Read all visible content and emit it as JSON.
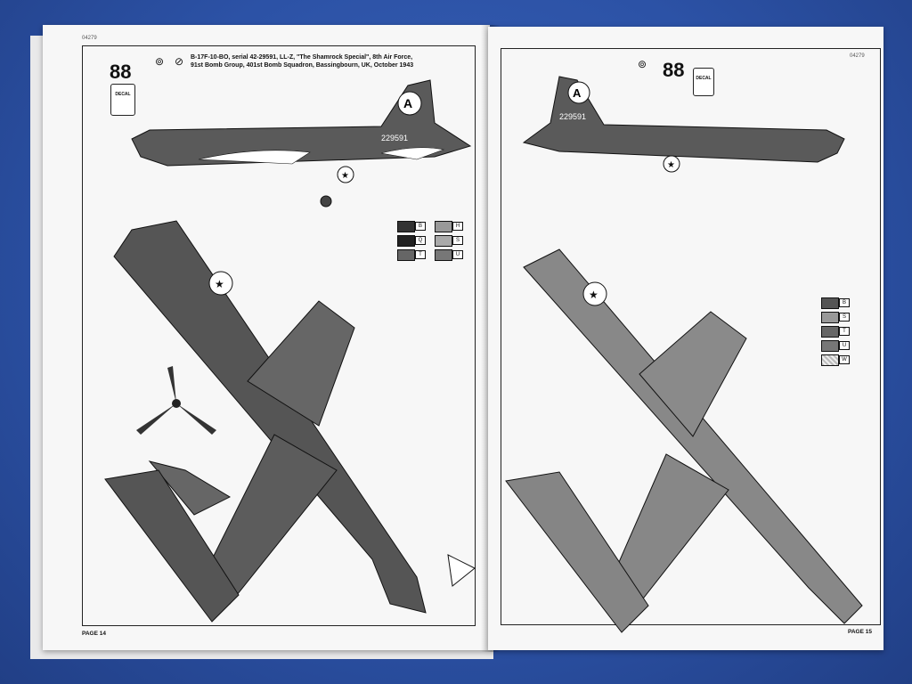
{
  "left_page": {
    "code": "04279",
    "step": "88",
    "decal_label": "DECAL",
    "caption_line1": "B-17F-10-BO, serial 42-29591, LL-Z, \"The Shamrock Special\", 8th Air Force,",
    "caption_line2": "91st Bomb Group, 401st Bomb Squadron, Bassingbourn, UK, October 1943",
    "color_codes": [
      "B",
      "H",
      "Q",
      "S",
      "T",
      "U"
    ],
    "page_label": "PAGE 14"
  },
  "right_page": {
    "code": "04279",
    "step": "88",
    "decal_label": "DECAL",
    "color_codes": [
      "B",
      "S",
      "T",
      "U",
      "W"
    ],
    "page_label": "PAGE 15"
  }
}
